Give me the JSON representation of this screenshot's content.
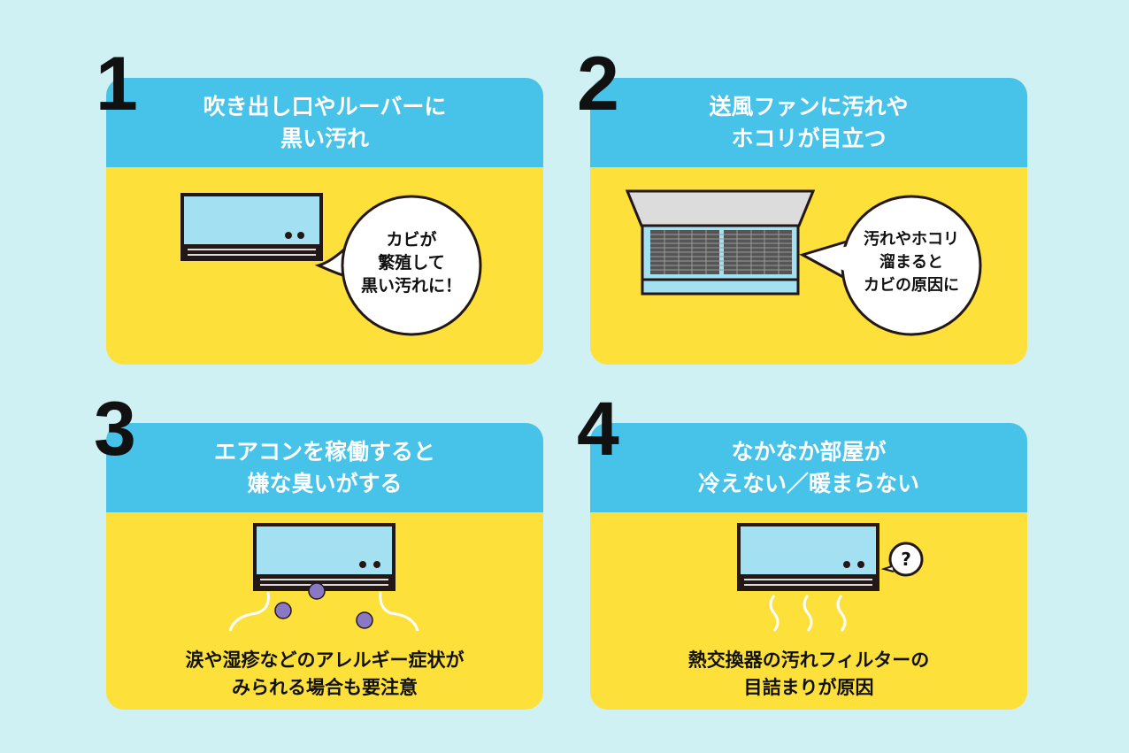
{
  "colors": {
    "background": "#cff1f3",
    "header": "#47c2e8",
    "body": "#fde03a",
    "unit": "#a3e1f2",
    "outline": "#231815",
    "dust": "#8b78c4"
  },
  "cards": [
    {
      "number": "1",
      "title_lines": [
        "吹き出し口やルーバーに",
        "黒い汚れ"
      ],
      "bubble_lines": [
        "カビが",
        "繁殖して",
        "黒い汚れに！"
      ]
    },
    {
      "number": "2",
      "title_lines": [
        "送風ファンに汚れや",
        "ホコリが目立つ"
      ],
      "bubble_lines": [
        "汚れやホコリ",
        "溜まると",
        "カビの原因に"
      ]
    },
    {
      "number": "3",
      "title_lines": [
        "エアコンを稼働すると",
        "嫌な臭いがする"
      ],
      "caption_lines": [
        "涙や湿疹などのアレルギー症状が",
        "みられる場合も要注意"
      ]
    },
    {
      "number": "4",
      "title_lines": [
        "なかなか部屋が",
        "冷えない／暖まらない"
      ],
      "bubble_text": "?",
      "caption_lines": [
        "熱交換器の汚れフィルターの",
        "目詰まりが原因"
      ]
    }
  ]
}
